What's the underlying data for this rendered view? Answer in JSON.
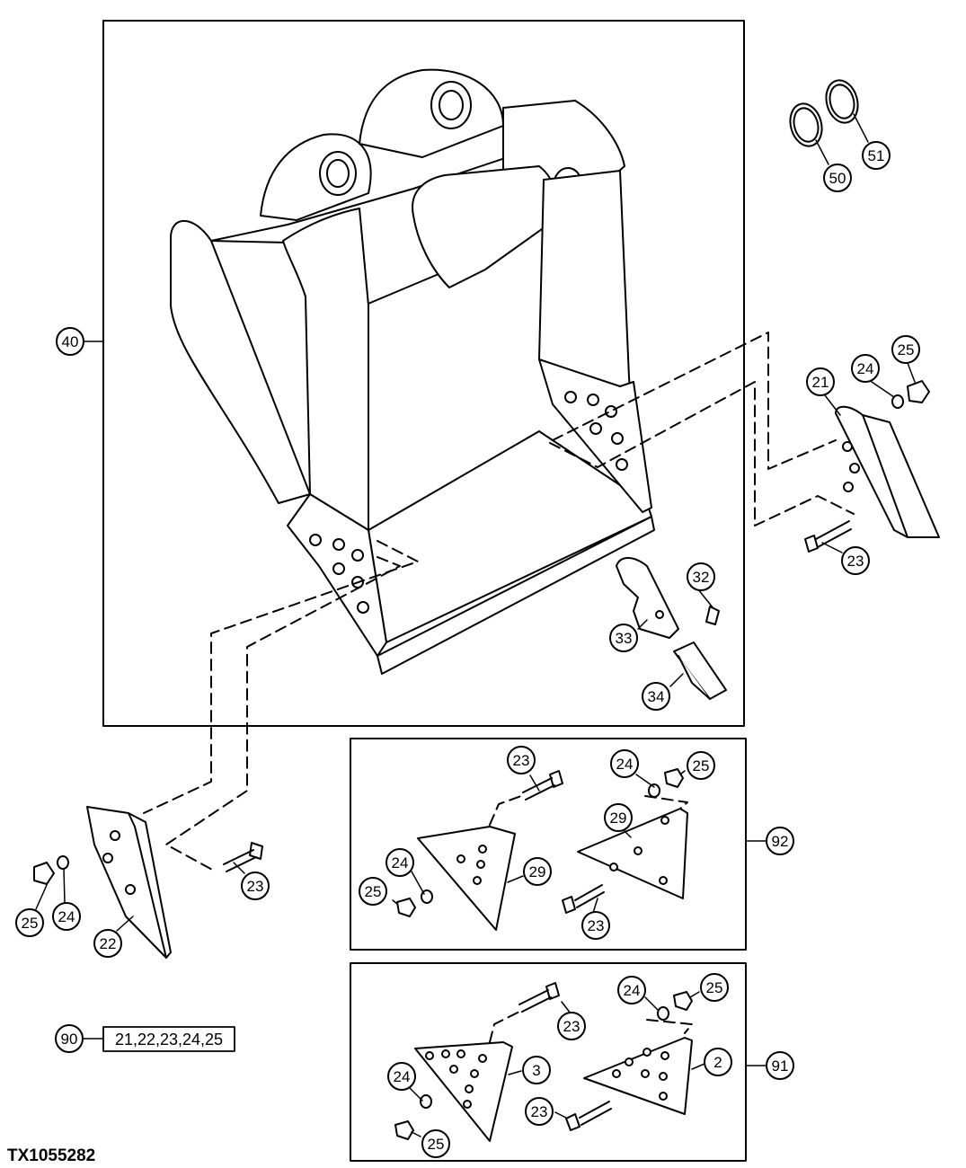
{
  "figure_id": "TX1055282",
  "callouts": {
    "bucket": "40",
    "ring_a": "50",
    "ring_b": "51",
    "right_cutter": "21",
    "right_lockwasher": "24",
    "right_nut": "25",
    "right_bolt": "23",
    "tooth_pin": "32",
    "tooth_adapter": "33",
    "tooth_tip": "34",
    "left_cutter": "22",
    "left_lockwasher": "24",
    "left_nut": "25",
    "left_bolt": "23",
    "kit92_bolt": "23",
    "kit92_lockwasher_top": "24",
    "kit92_nut_top": "25",
    "kit92_cutter_right": "29",
    "kit92_cutter_left": "29",
    "kit92_lockwasher_left": "24",
    "kit92_nut_left": "25",
    "kit92_bolt_lower": "23",
    "kit92_label": "92",
    "kit91_bolt": "23",
    "kit91_lockwasher_top": "24",
    "kit91_nut_top": "25",
    "kit91_cutter_left": "3",
    "kit91_cutter_right": "2",
    "kit91_lockwasher_left": "24",
    "kit91_nut_left": "25",
    "kit91_bolt_lower": "23",
    "kit91_label": "91",
    "kit90_label": "90"
  },
  "kit90_contents": "21,22,23,24,25"
}
